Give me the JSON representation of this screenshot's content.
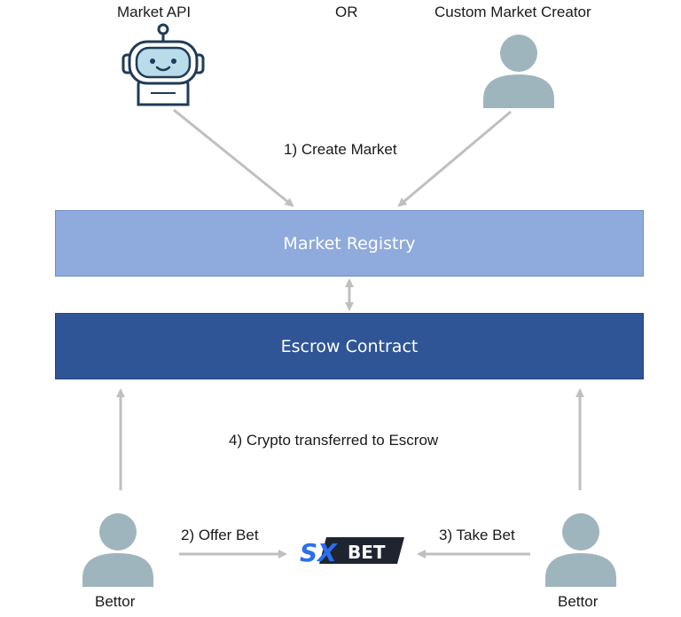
{
  "labels": {
    "market_api": "Market API",
    "or": "OR",
    "custom_creator": "Custom Market Creator",
    "create_market": "1) Create Market",
    "crypto_transferred": "4) Crypto transferred to Escrow",
    "offer_bet": "2) Offer Bet",
    "take_bet": "3) Take Bet",
    "bettor_left": "Bettor",
    "bettor_right": "Bettor"
  },
  "boxes": {
    "market_registry": "Market Registry",
    "escrow_contract": "Escrow Contract"
  },
  "logo": {
    "text_sx": "SX",
    "text_bet": "BET"
  },
  "colors": {
    "registry_fill": "#8faadc",
    "escrow_fill": "#2f5597",
    "person": "#9fb5bd",
    "arrow": "#bfbfbf",
    "robot_outline": "#1f3b57",
    "robot_face": "#b9dcea"
  },
  "icons": {
    "robot": "robot-icon",
    "person": "person-icon",
    "logo": "sx-bet-logo"
  }
}
